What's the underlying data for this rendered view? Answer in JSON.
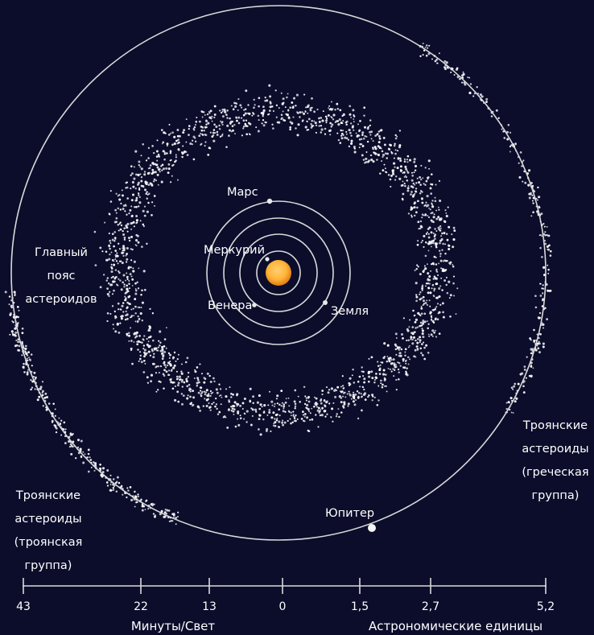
{
  "colors": {
    "background": "#0b0d2b",
    "orbit": "#d9d9d9",
    "asteroid": "#ffffff",
    "sun_core": "#ffb43a",
    "sun_edge": "#e07b10",
    "text": "#ffffff"
  },
  "planets": {
    "mars": "Марс",
    "mercury": "Меркурий",
    "venus": "Венера",
    "earth": "Земля",
    "jupiter": "Юпитер"
  },
  "belt": {
    "line1": "Главный",
    "line2": "пояс",
    "line3": "астероидов"
  },
  "trojans_greek": {
    "line1": "Троянские",
    "line2": "астероиды",
    "line3": "(греческая",
    "line4": "группа)"
  },
  "trojans_trojan": {
    "line1": "Троянские",
    "line2": "астероиды",
    "line3": "(троянская",
    "line4": "группа)"
  },
  "scale": {
    "ticks": [
      "43",
      "22",
      "13",
      "0",
      "1,5",
      "2,7",
      "5,2"
    ],
    "left_unit": "Минуты/Свет",
    "right_unit": "Астрономические единицы"
  }
}
